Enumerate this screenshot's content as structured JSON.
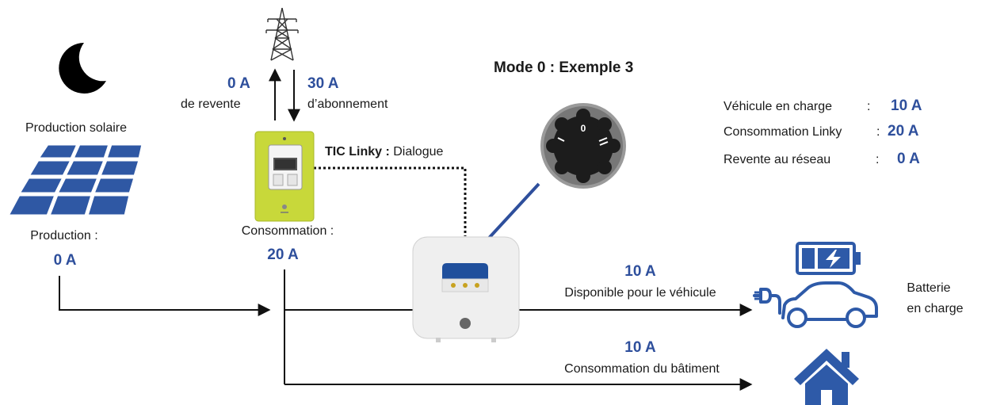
{
  "title": "Mode 0 :  Exemple 3",
  "solar": {
    "label": "Production solaire",
    "production_label": "Production :",
    "production_value": "0 A"
  },
  "grid": {
    "resale_value": "0 A",
    "resale_label": "de revente",
    "subscription_value": "30 A",
    "subscription_label": "d’abonnement"
  },
  "meter": {
    "tic_bold": "TIC Linky :",
    "tic_rest": " Dialogue",
    "consumption_label": "Consommation :",
    "consumption_value": "20 A"
  },
  "dial": {
    "mark_zero": "0"
  },
  "summary": [
    {
      "label": "Véhicule en charge",
      "sep": ":",
      "value": "10 A"
    },
    {
      "label": "Consommation  Linky",
      "sep": ":",
      "value": "20 A"
    },
    {
      "label": "Revente au réseau",
      "sep": ":",
      "value": "0 A"
    }
  ],
  "vehicle": {
    "value": "10 A",
    "label": "Disponible pour le véhicule",
    "battery_label_1": "Batterie",
    "battery_label_2": "en charge"
  },
  "building": {
    "value": "10 A",
    "label": "Consommation du bâtiment"
  },
  "colors": {
    "accent_blue": "#2e5aa8",
    "meter_green": "#c8d83a",
    "text": "#1a1a1a"
  },
  "icons": [
    "moon-icon",
    "pylon-icon",
    "solar-panel-icon",
    "linky-meter-icon",
    "dial-icon",
    "charger-icon",
    "battery-icon",
    "car-plug-icon",
    "house-icon"
  ]
}
